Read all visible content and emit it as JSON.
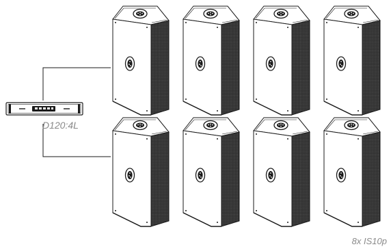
{
  "amplifier": {
    "model": "D120:4L"
  },
  "loudspeakers": {
    "summary": "8x IS10p",
    "count": 8
  },
  "colors": {
    "line": "#1a1a1a",
    "label": "#8a8a8a",
    "background": "#ffffff"
  }
}
